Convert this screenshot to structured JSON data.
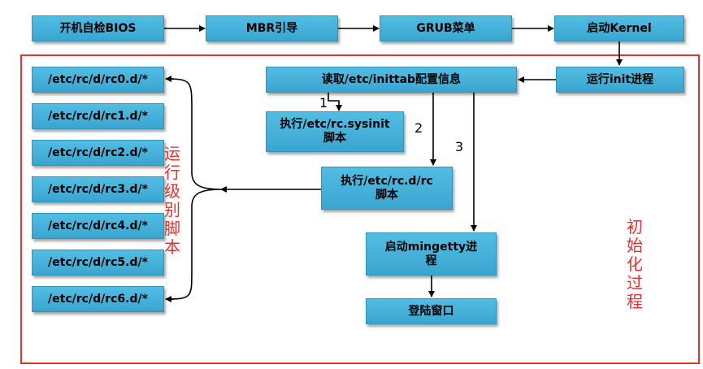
{
  "top_flow": {
    "bios": "开机自检BIOS",
    "mbr": "MBR引导",
    "grub": "GRUB菜单",
    "kernel": "启动Kernel"
  },
  "init_process": {
    "run_init": "运行init进程",
    "read_inittab": "读取/etc/inittab配置信息",
    "exec_sysinit": "执行/etc/rc.sysinit\n脚本",
    "exec_rc": "执行/etc/rc.d/rc\n脚本",
    "start_mingetty": "启动mingetty进\n程",
    "login_window": "登陆窗口"
  },
  "step_labels": [
    "1",
    "2",
    "3"
  ],
  "runlevel_scripts": [
    "/etc/rc/d/rc0.d/*",
    "/etc/rc/d/rc1.d/*",
    "/etc/rc/d/rc2.d/*",
    "/etc/rc/d/rc3.d/*",
    "/etc/rc/d/rc4.d/*",
    "/etc/rc/d/rc5.d/*",
    "/etc/rc/d/rc6.d/*"
  ],
  "labels": {
    "runlevel_scripts": "运行级别脚本",
    "init_process": "初始化过程"
  },
  "colors": {
    "box_fill": "#45b2dc",
    "frame": "#e53030",
    "label": "#e53030"
  }
}
